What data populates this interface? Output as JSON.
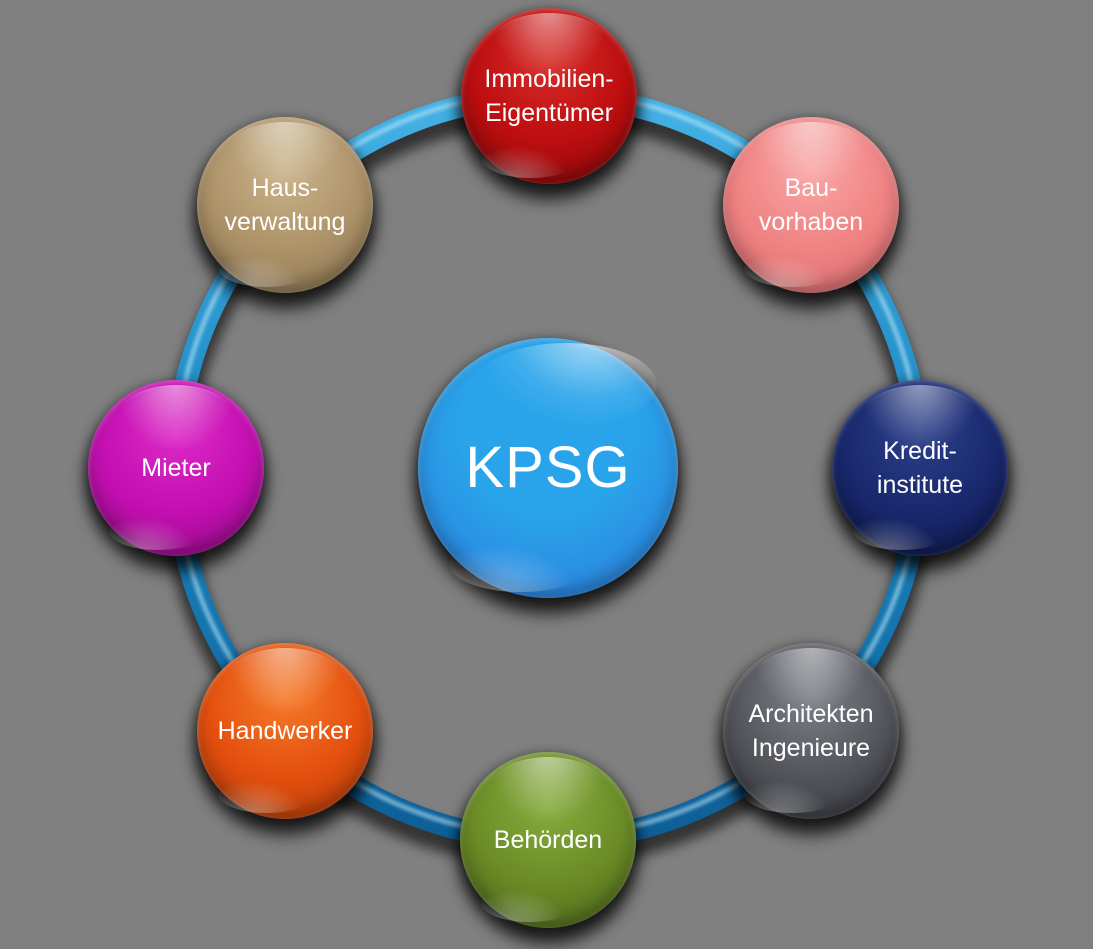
{
  "background_color": "#808080",
  "diagram": {
    "center_node": {
      "label": "KPSG",
      "color_top": "#29A4EA",
      "color_bottom": "#2C78DB",
      "text_color": "#FFFFFF"
    },
    "ring": {
      "gradient_top": "#45B2E6",
      "gradient_mid": "#1B85C0",
      "gradient_bottom": "#0D5E96",
      "highlight_color": "#BFE9FA",
      "shadow_color": "#000000"
    },
    "nodes": [
      {
        "label": "Immobilien-\nEigentümer",
        "position": "top",
        "color_light": "#D62C28",
        "color_base": "#BE0E10",
        "color_dark": "#7E0809"
      },
      {
        "label": "Bau-\nvorhaben",
        "position": "top-right",
        "color_light": "#F9A6A6",
        "color_base": "#F08383",
        "color_dark": "#D4686C"
      },
      {
        "label": "Kredit-\ninstitute",
        "position": "right",
        "color_light": "#2C4089",
        "color_base": "#19296E",
        "color_dark": "#0C1543"
      },
      {
        "label": "Architekten\nIngenieure",
        "position": "bottom-right",
        "color_light": "#7E8089",
        "color_base": "#54565C",
        "color_dark": "#303238"
      },
      {
        "label": "Behörden",
        "position": "bottom",
        "color_light": "#86AC3F",
        "color_base": "#6B8C26",
        "color_dark": "#49631A"
      },
      {
        "label": "Handwerker",
        "position": "bottom-left",
        "color_light": "#F47B2A",
        "color_base": "#E5500F",
        "color_dark": "#AE3908"
      },
      {
        "label": "Mieter",
        "position": "left",
        "color_light": "#DC2BC6",
        "color_base": "#C40FB2",
        "color_dark": "#8C0B7E"
      },
      {
        "label": "Haus-\nverwaltung",
        "position": "top-left",
        "color_light": "#CAB38B",
        "color_base": "#AE9369",
        "color_dark": "#826E4C"
      }
    ]
  }
}
